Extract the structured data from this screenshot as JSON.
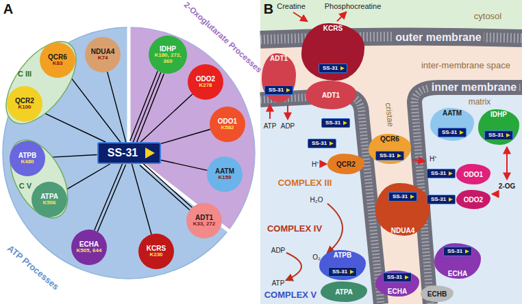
{
  "diagram": {
    "nodes": [
      {
        "text": [
          "SS-31"
        ]
      },
      {
        "text": [
          "NDUA4",
          "K74"
        ]
      },
      {
        "text": [
          "IDHP",
          "K180, 272, 360"
        ]
      },
      {
        "text": [
          "ODO2",
          "K278"
        ]
      },
      {
        "text": [
          "ODO1",
          "K582"
        ]
      },
      {
        "text": [
          "AATM",
          "K159"
        ]
      },
      {
        "text": [
          "ADT1",
          "K33, 272"
        ]
      },
      {
        "text": [
          "KCRS",
          "K230"
        ]
      },
      {
        "text": [
          "ECHA",
          "K505, 644"
        ]
      },
      {
        "text": [
          "C V"
        ]
      },
      {
        "text": [
          "ATPA",
          "K506"
        ],
        "in": 9
      },
      {
        "text": [
          "ATPB",
          "K480"
        ],
        "in": 9
      },
      {
        "text": [
          "C III"
        ]
      },
      {
        "text": [
          "QCR2",
          "K100"
        ],
        "in": 12
      },
      {
        "text": [
          "QCR6",
          "K83"
        ],
        "in": 12
      },
      {
        "text": [
          "KCRS"
        ]
      },
      {
        "text": [
          "SS-31"
        ],
        "in": 15
      },
      {
        "text": [
          "ADT1"
        ]
      },
      {
        "text": [
          "SS-31"
        ],
        "in": 17
      },
      {
        "text": [
          "ADT1"
        ]
      },
      {
        "text": [
          "SS-31"
        ]
      },
      {
        "text": [
          "QCR2"
        ]
      },
      {
        "text": [
          "SS-31"
        ]
      },
      {
        "text": [
          "QCR6"
        ]
      },
      {
        "text": [
          "SS-31"
        ],
        "in": 23
      },
      {
        "text": [
          "NDUA4"
        ]
      },
      {
        "text": [
          "SS-31"
        ],
        "in": 25
      },
      {
        "text": [
          "AATM"
        ]
      },
      {
        "text": [
          "SS-31"
        ],
        "in": 27
      },
      {
        "text": [
          "IDHP"
        ]
      },
      {
        "text": [
          "SS-31"
        ],
        "in": 29
      },
      {
        "text": [
          "ODO1"
        ]
      },
      {
        "text": [
          "SS-31"
        ]
      },
      {
        "text": [
          "ODO2"
        ]
      },
      {
        "text": [
          "SS-31"
        ]
      },
      {
        "text": [
          "ATPB"
        ]
      },
      {
        "text": [
          "SS-31"
        ],
        "in": 35
      },
      {
        "text": [
          "ATPA"
        ]
      },
      {
        "text": [
          "ECHA"
        ]
      },
      {
        "text": [
          "SS-31"
        ],
        "in": 38
      },
      {
        "text": [
          "ECHB"
        ]
      },
      {
        "text": [
          "ECHA"
        ]
      },
      {
        "text": [
          "SS-31"
        ],
        "in": 41
      }
    ],
    "edges": [
      {
        "from": 0,
        "to": 1,
        "arrow": "none"
      },
      {
        "from": 0,
        "to": 2,
        "arrow": "none"
      },
      {
        "from": 0,
        "to": 2,
        "arrow": "none"
      },
      {
        "from": 0,
        "to": 2,
        "arrow": "none"
      },
      {
        "from": 0,
        "to": 3,
        "arrow": "none"
      },
      {
        "from": 0,
        "to": 4,
        "arrow": "none"
      },
      {
        "from": 0,
        "to": 5,
        "arrow": "none"
      },
      {
        "from": 0,
        "to": 6,
        "arrow": "none"
      },
      {
        "from": 0,
        "to": 6,
        "arrow": "none"
      },
      {
        "from": 0,
        "to": 7,
        "arrow": "none"
      },
      {
        "from": 0,
        "to": 8,
        "arrow": "none"
      },
      {
        "from": 0,
        "to": 8,
        "arrow": "none"
      },
      {
        "from": 0,
        "to": 10,
        "arrow": "none"
      },
      {
        "from": 0,
        "to": 11,
        "arrow": "none"
      },
      {
        "from": 0,
        "to": 13,
        "arrow": "none"
      },
      {
        "from": 0,
        "to": 14,
        "arrow": "none"
      }
    ],
    "labels": [
      "A",
      "B",
      "2-Oxoglutarate Processes",
      "ATP Processes",
      "Creatine",
      "Phosphocreatine",
      "cytosol",
      "outer membrane",
      "inter-membrane space",
      "inner membrane",
      "cristae",
      "matrix",
      "ATP",
      "ADP",
      "H⁺",
      "H⁺",
      "COMPLEX III",
      "H₂O",
      "O₂",
      "COMPLEX IV",
      "2-OG",
      "ADP",
      "ATP",
      "COMPLEX V"
    ]
  }
}
